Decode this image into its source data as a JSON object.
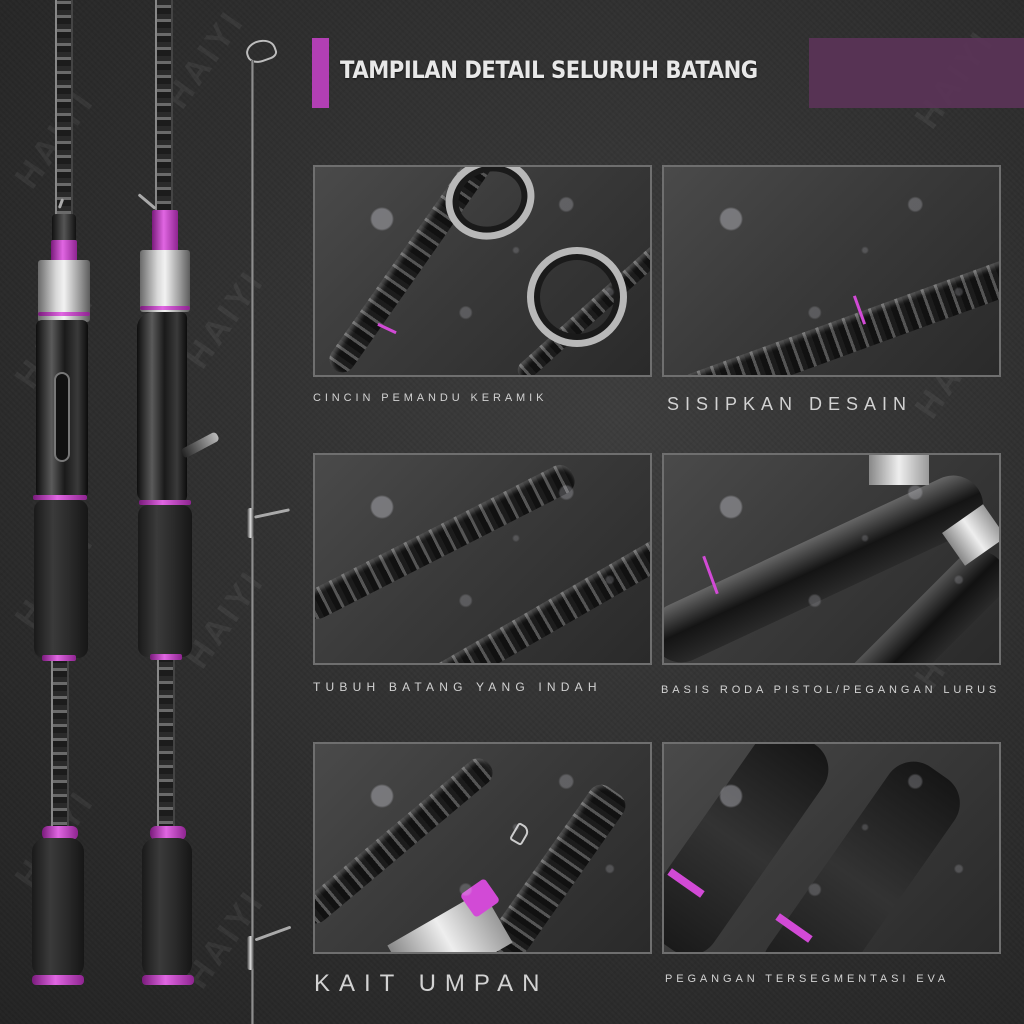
{
  "header": {
    "title": "TAMPILAN DETAIL SELURUH BATANG",
    "accent_color": "#b23fb4",
    "block_color": "#5a3456"
  },
  "watermark": "HAIYI",
  "rods": [
    {
      "name": "spinning-rod-straight-handle",
      "ring_color": "#d24ad6"
    },
    {
      "name": "casting-rod-pistol-grip",
      "ring_color": "#d24ad6"
    },
    {
      "name": "rod-tip-section"
    }
  ],
  "panels": [
    {
      "id": "ceramic-guide-ring",
      "caption": "CINCIN PEMANDU KERAMIK"
    },
    {
      "id": "insert-design",
      "caption": "SISIPKAN DESAIN"
    },
    {
      "id": "rod-body",
      "caption": "TUBUH BATANG YANG INDAH"
    },
    {
      "id": "reel-seat",
      "caption": "BASIS RODA PISTOL/PEGANGAN LURUS"
    },
    {
      "id": "hook-keeper",
      "caption": "KAIT UMPAN"
    },
    {
      "id": "eva-handle",
      "caption": "PEGANGAN TERSEGMENTASI EVA"
    }
  ]
}
